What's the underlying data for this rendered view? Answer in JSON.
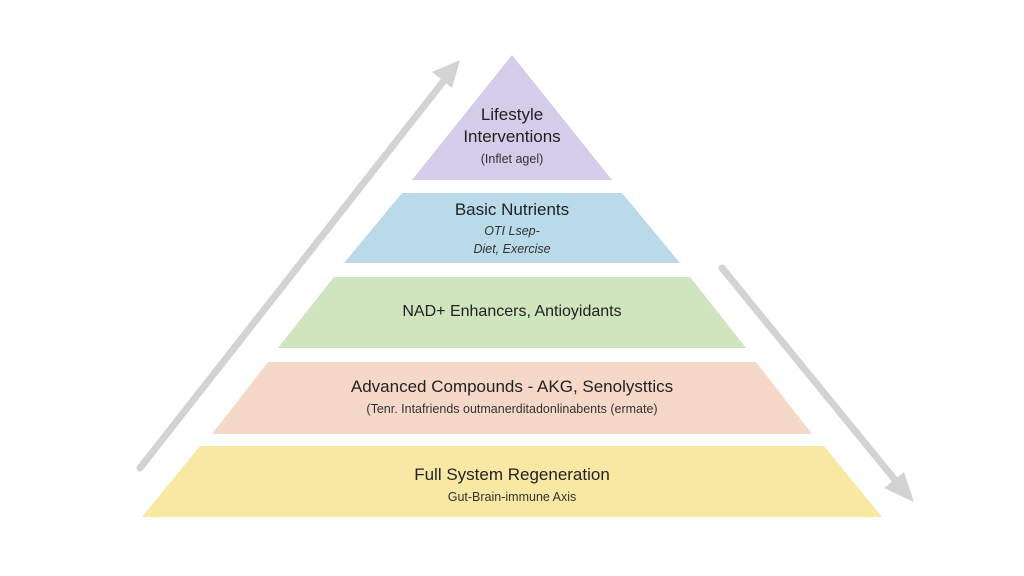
{
  "diagram": {
    "tiers": [
      {
        "title": "Lifestyle\nInterventions",
        "subtitle": "(Inflet agel)",
        "color": "#d4cce8"
      },
      {
        "title": "Basic Nutrients",
        "subtitle": "OTI Lsep-\nDiet, Exercise",
        "color": "#b9dbe9"
      },
      {
        "title": "NAD+ Enhancers, Antioyidants",
        "subtitle": "",
        "color": "#cfe5bd"
      },
      {
        "title": "Advanced Compounds - AKG, Senolysttics",
        "subtitle": "(Tenr. Intafriends outmanerditadonlinabents (ermate)",
        "color": "#f6d8c8"
      },
      {
        "title": "Full System Regeneration",
        "subtitle": "Gut-Brain-immune Axis",
        "color": "#f8e8a4"
      }
    ],
    "arrow_color": "#d3d3d3"
  }
}
